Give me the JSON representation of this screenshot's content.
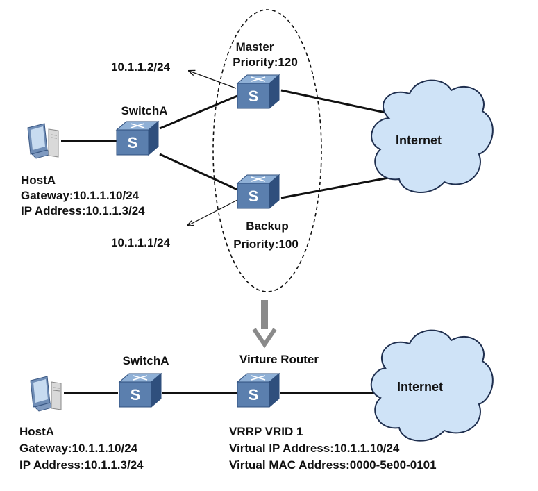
{
  "top": {
    "master": {
      "role": "Master",
      "priority": "Priority:120",
      "ip": "10.1.1.2/24"
    },
    "backup": {
      "role": "Backup",
      "priority": "Priority:100",
      "ip": "10.1.1.1/24"
    },
    "switch": "SwitchA",
    "host": {
      "name": "HostA",
      "gateway": "Gateway:10.1.1.10/24",
      "ip": "IP Address:10.1.1.3/24"
    },
    "internet": "Internet"
  },
  "bottom": {
    "switch": "SwitchA",
    "router": "Virture Router",
    "host": {
      "name": "HostA",
      "gateway": "Gateway:10.1.1.10/24",
      "ip": "IP Address:10.1.1.3/24"
    },
    "vrrp": {
      "vrid": "VRRP VRID 1",
      "virtual_ip": "Virtual IP Address:10.1.1.10/24",
      "virtual_mac": "Virtual MAC Address:0000-5e00-0101"
    },
    "internet": "Internet"
  },
  "colors": {
    "device_face": "#5b7fae",
    "device_top": "#8fb0d6",
    "device_side": "#2f4f7d",
    "cloud_fill": "#cfe3f7",
    "arrow": "#8a8a8a"
  },
  "icons": [
    "computer-icon",
    "switch-icon",
    "cloud-icon",
    "down-arrow-icon"
  ]
}
